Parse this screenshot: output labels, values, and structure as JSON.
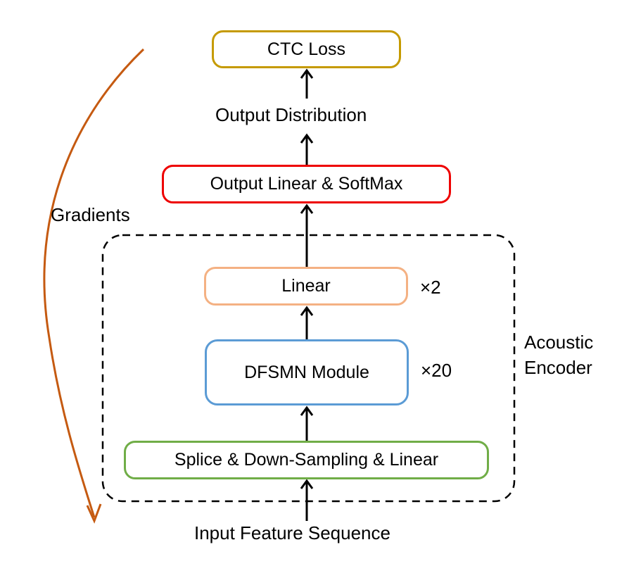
{
  "diagram": {
    "title": "DFSMN-CTC acoustic model architecture",
    "boxes": {
      "ctc_loss": "CTC Loss",
      "output_linear_softmax": "Output Linear & SoftMax",
      "linear": "Linear",
      "dfsmn_module": "DFSMN Module",
      "splice": "Splice & Down-Sampling & Linear"
    },
    "labels": {
      "output_distribution": "Output Distribution",
      "gradients": "Gradients",
      "linear_repeat": "×2",
      "dfsmn_repeat": "×20",
      "acoustic_encoder_line1": "Acoustic",
      "acoustic_encoder_line2": "Encoder",
      "input_feature_sequence": "Input Feature Sequence"
    },
    "colors": {
      "ctc_loss_border": "#C59A00",
      "output_linear_border": "#EE0000",
      "linear_border": "#F4B183",
      "dfsmn_border": "#5B9BD5",
      "splice_border": "#70AD47",
      "gradient_arrow": "#C55A11",
      "arrows": "#000000"
    },
    "flow": [
      "Input Feature Sequence",
      "Splice & Down-Sampling & Linear",
      "DFSMN Module",
      "Linear",
      "Output Linear & SoftMax",
      "Output Distribution",
      "CTC Loss"
    ]
  }
}
